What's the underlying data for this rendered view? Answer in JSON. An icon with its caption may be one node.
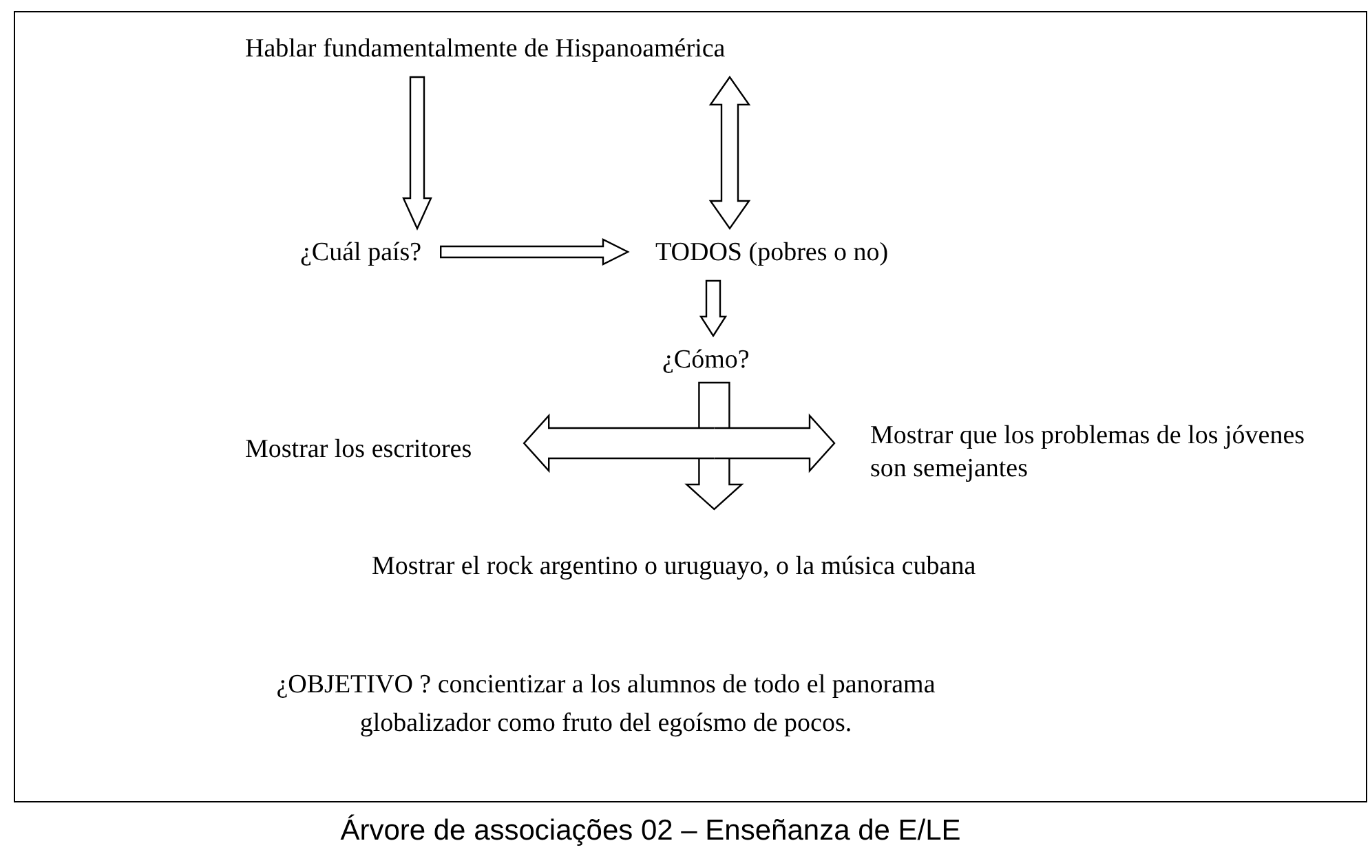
{
  "diagram": {
    "caption": "Árvore de associações 02 – Enseñanza de E/LE",
    "nodes": [
      {
        "text": [
          "Hablar fundamentalmente de Hispanoamérica"
        ]
      },
      {
        "text": [
          "¿Cuál país?"
        ]
      },
      {
        "text": [
          "TODOS (pobres o no)"
        ]
      },
      {
        "text": [
          "¿Cómo?"
        ]
      },
      {
        "text": [
          "Mostrar los escritores"
        ]
      },
      {
        "text": [
          "Mostrar que los problemas de los jóvenes son semejantes"
        ]
      },
      {
        "text": [
          "Mostrar el rock argentino o uruguayo, o la música cubana"
        ]
      }
    ],
    "edges": [
      {
        "from": 0,
        "to": 1,
        "arrow": "to"
      },
      {
        "from": 0,
        "to": 2,
        "arrow": "both"
      },
      {
        "from": 1,
        "to": 2,
        "arrow": "to"
      },
      {
        "from": 2,
        "to": 3,
        "arrow": "to"
      },
      {
        "from": 3,
        "to": 6,
        "arrow": "to"
      },
      {
        "from": 3,
        "to": 4,
        "arrow": "to"
      },
      {
        "from": 3,
        "to": 5,
        "arrow": "to"
      }
    ],
    "labels": [
      "¿OBJETIVO ? concientizar a los alumnos de todo el panorama globalizador como fruto del egoísmo de pocos."
    ]
  }
}
